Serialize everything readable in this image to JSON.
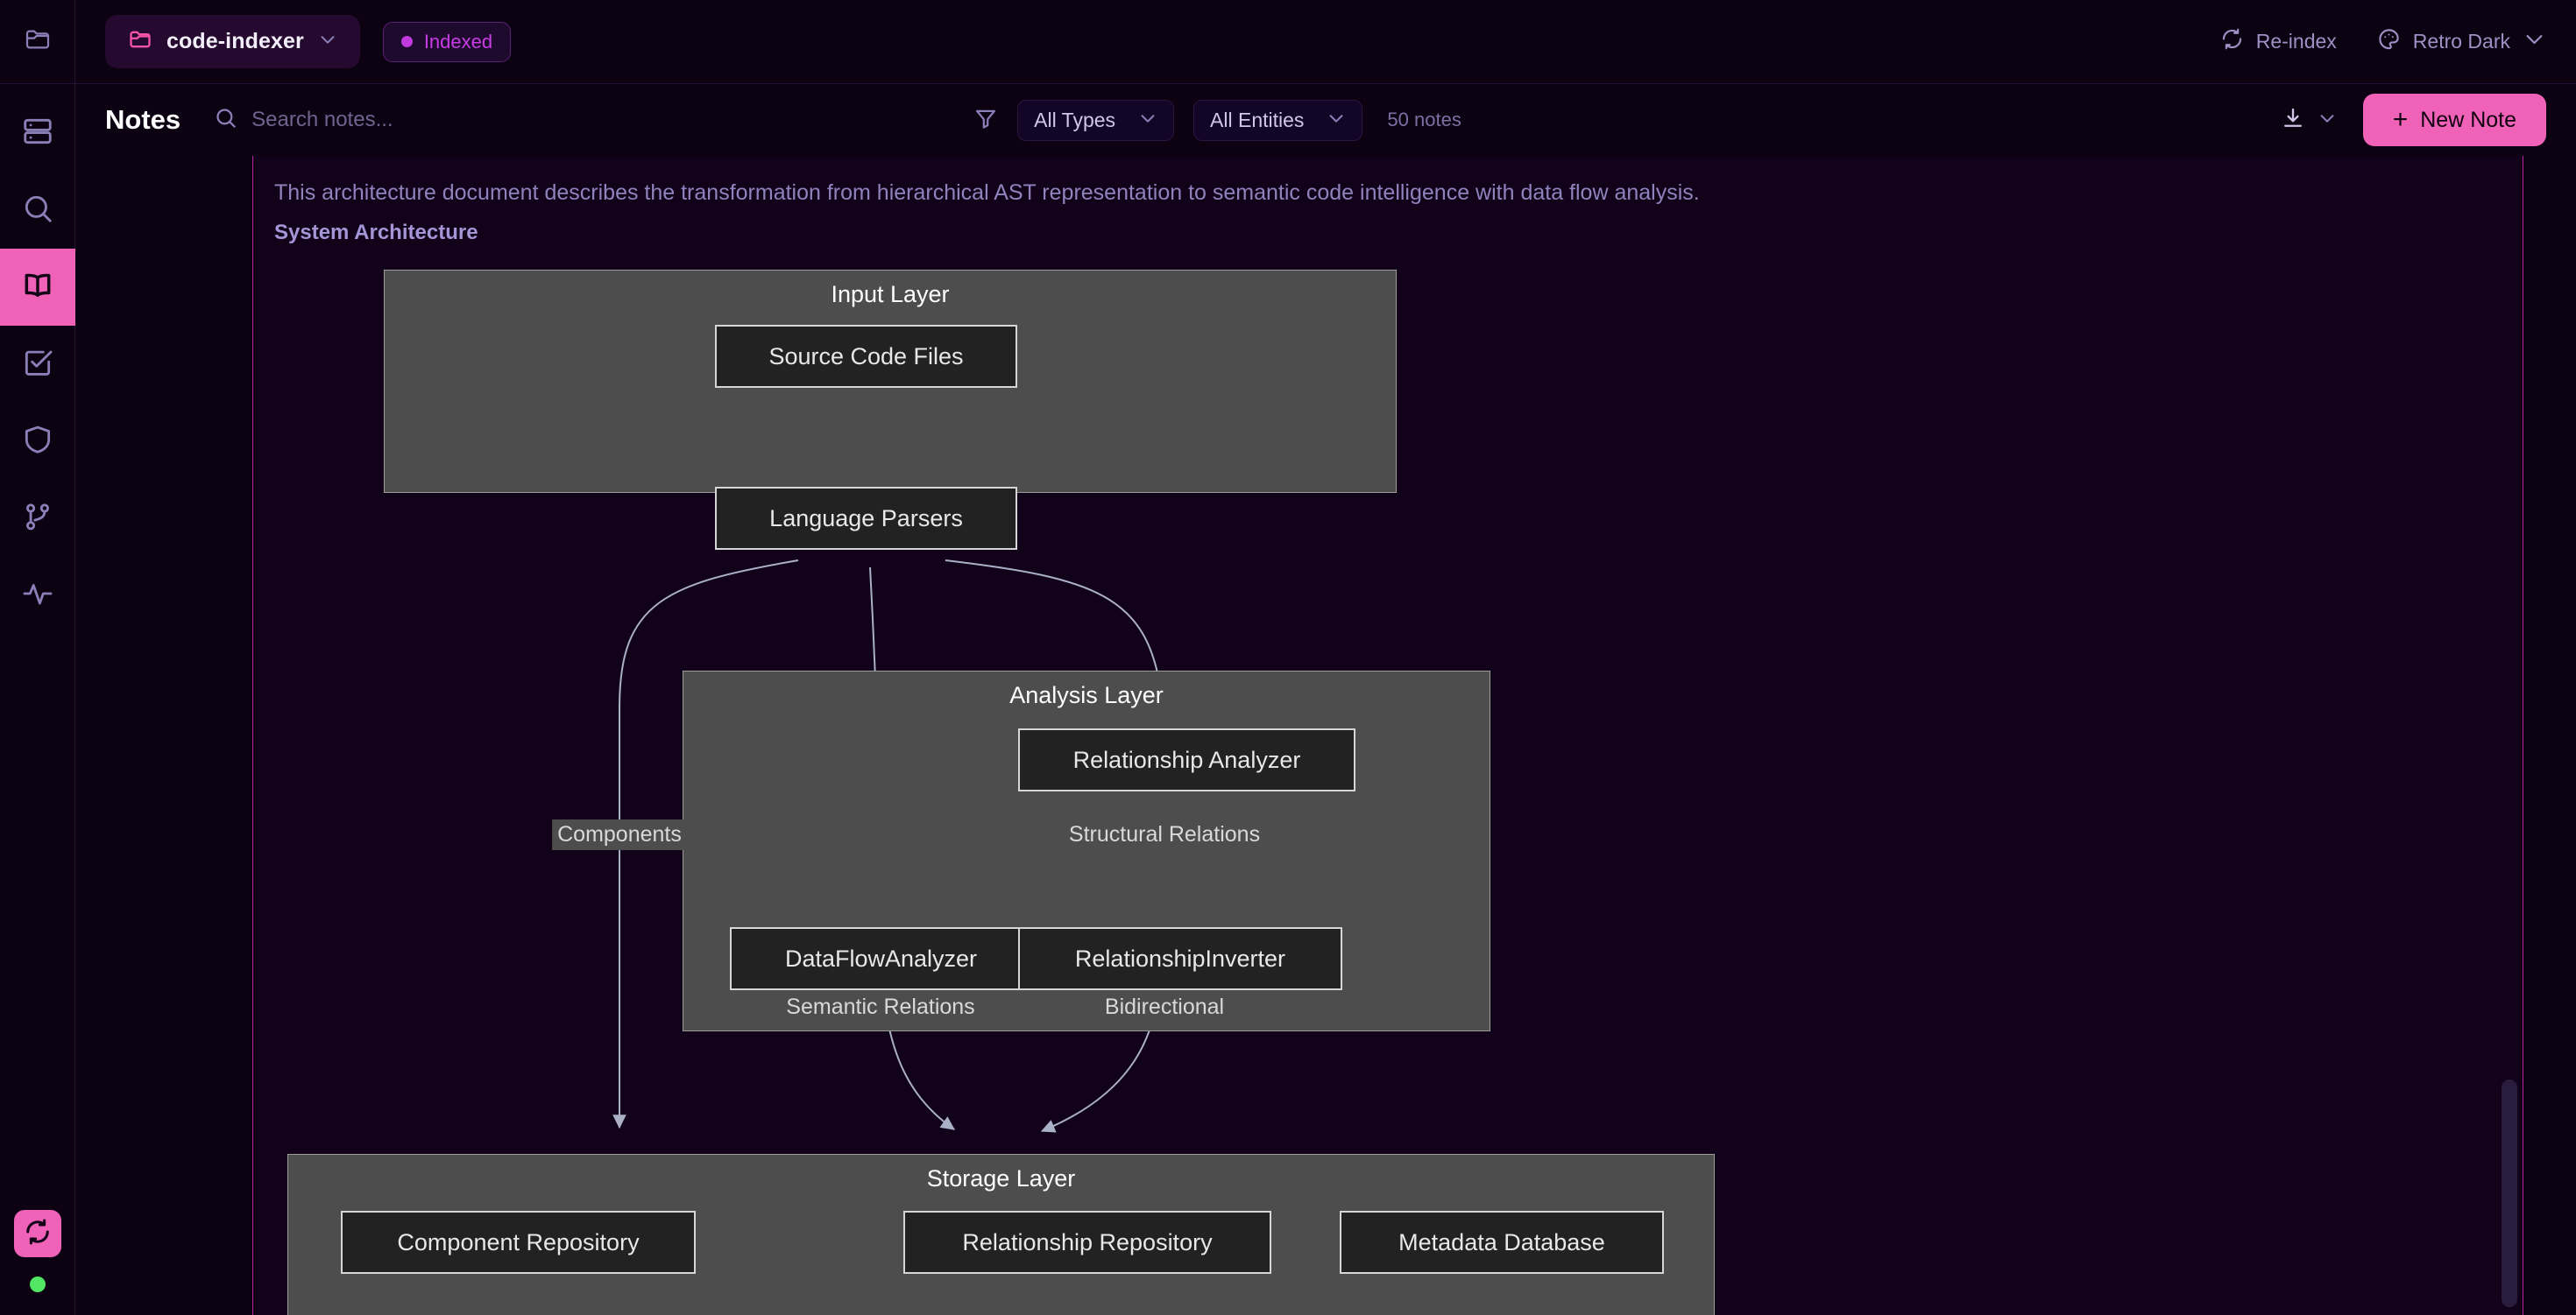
{
  "header": {
    "folder_icon": "folder-icon",
    "project_name": "code-indexer",
    "project_chevron": "chevron-down-icon",
    "status_badge": "Indexed",
    "reindex_label": "Re-index",
    "reindex_icon": "refresh-icon",
    "theme_label": "Retro Dark",
    "theme_icon": "palette-icon",
    "theme_chevron": "chevron-down-icon"
  },
  "toolbar": {
    "title": "Notes",
    "search_icon": "search-icon",
    "search_value": "",
    "search_placeholder": "Search notes...",
    "filter_icon": "filter-icon",
    "type_filter": "All Types",
    "entity_filter": "All Entities",
    "notes_count": "50 notes",
    "export_icon": "download-icon",
    "export_chevron": "chevron-down-icon",
    "new_note_plus": "+",
    "new_note_label": "New Note"
  },
  "sidebar": {
    "top_icon": "folder-icon",
    "items": [
      {
        "name": "sidebar-item-database",
        "icon": "database-icon",
        "active": false
      },
      {
        "name": "sidebar-item-search",
        "icon": "search-icon",
        "active": false
      },
      {
        "name": "sidebar-item-notes",
        "icon": "book-icon",
        "active": true
      },
      {
        "name": "sidebar-item-tasks",
        "icon": "check-square-icon",
        "active": false
      },
      {
        "name": "sidebar-item-security",
        "icon": "shield-icon",
        "active": false
      },
      {
        "name": "sidebar-item-graph",
        "icon": "git-branch-icon",
        "active": false
      },
      {
        "name": "sidebar-item-activity",
        "icon": "activity-icon",
        "active": false
      }
    ],
    "sync_icon": "sync-icon",
    "status_dot_color": "#52e665"
  },
  "document": {
    "intro": "This architecture document describes the transformation from hierarchical AST representation to semantic code intelligence with data flow analysis.",
    "heading": "System Architecture"
  },
  "chart_data": {
    "type": "diagram",
    "title": "System Architecture",
    "direction": "top-down",
    "clusters": [
      {
        "id": "input",
        "label": "Input Layer",
        "nodes": [
          "Source Code Files",
          "Language Parsers"
        ]
      },
      {
        "id": "analysis",
        "label": "Analysis Layer",
        "nodes": [
          "Relationship Analyzer",
          "DataFlowAnalyzer",
          "RelationshipInverter"
        ]
      },
      {
        "id": "storage",
        "label": "Storage Layer",
        "nodes": [
          "Component Repository",
          "Relationship Repository",
          "Metadata Database"
        ]
      }
    ],
    "nodes": [
      {
        "id": "src",
        "label": "Source Code Files",
        "cluster": "input"
      },
      {
        "id": "lp",
        "label": "Language Parsers",
        "cluster": "input"
      },
      {
        "id": "ra",
        "label": "Relationship Analyzer",
        "cluster": "analysis"
      },
      {
        "id": "dfa",
        "label": "DataFlowAnalyzer",
        "cluster": "analysis"
      },
      {
        "id": "ri",
        "label": "RelationshipInverter",
        "cluster": "analysis"
      },
      {
        "id": "cr",
        "label": "Component Repository",
        "cluster": "storage"
      },
      {
        "id": "rr",
        "label": "Relationship Repository",
        "cluster": "storage"
      },
      {
        "id": "md",
        "label": "Metadata Database",
        "cluster": "storage"
      }
    ],
    "edges": [
      {
        "from": "src",
        "to": "lp",
        "label": ""
      },
      {
        "from": "lp",
        "to": "cr",
        "label": "Components"
      },
      {
        "from": "lp",
        "to": "dfa",
        "label": ""
      },
      {
        "from": "lp",
        "to": "ra",
        "label": ""
      },
      {
        "from": "ra",
        "to": "ri",
        "label": "Structural Relations"
      },
      {
        "from": "dfa",
        "to": "rr",
        "label": "Semantic Relations"
      },
      {
        "from": "ri",
        "to": "rr",
        "label": "Bidirectional"
      }
    ],
    "edge_labels": [
      "Components",
      "Structural Relations",
      "Semantic Relations",
      "Bidirectional"
    ],
    "colors": {
      "cluster_fill": "#4d4d4d",
      "cluster_stroke": "#9c9c9c",
      "node_fill": "#222222",
      "node_stroke": "#d6d6d6",
      "edge_stroke": "#aab0c6",
      "text": "#e8e8e8"
    }
  },
  "theme": {
    "accent": "#ef62b8",
    "background": "#0c0212",
    "panel": "#11021a",
    "border_accent": "#b6279b",
    "muted_text": "#8f83bd"
  }
}
